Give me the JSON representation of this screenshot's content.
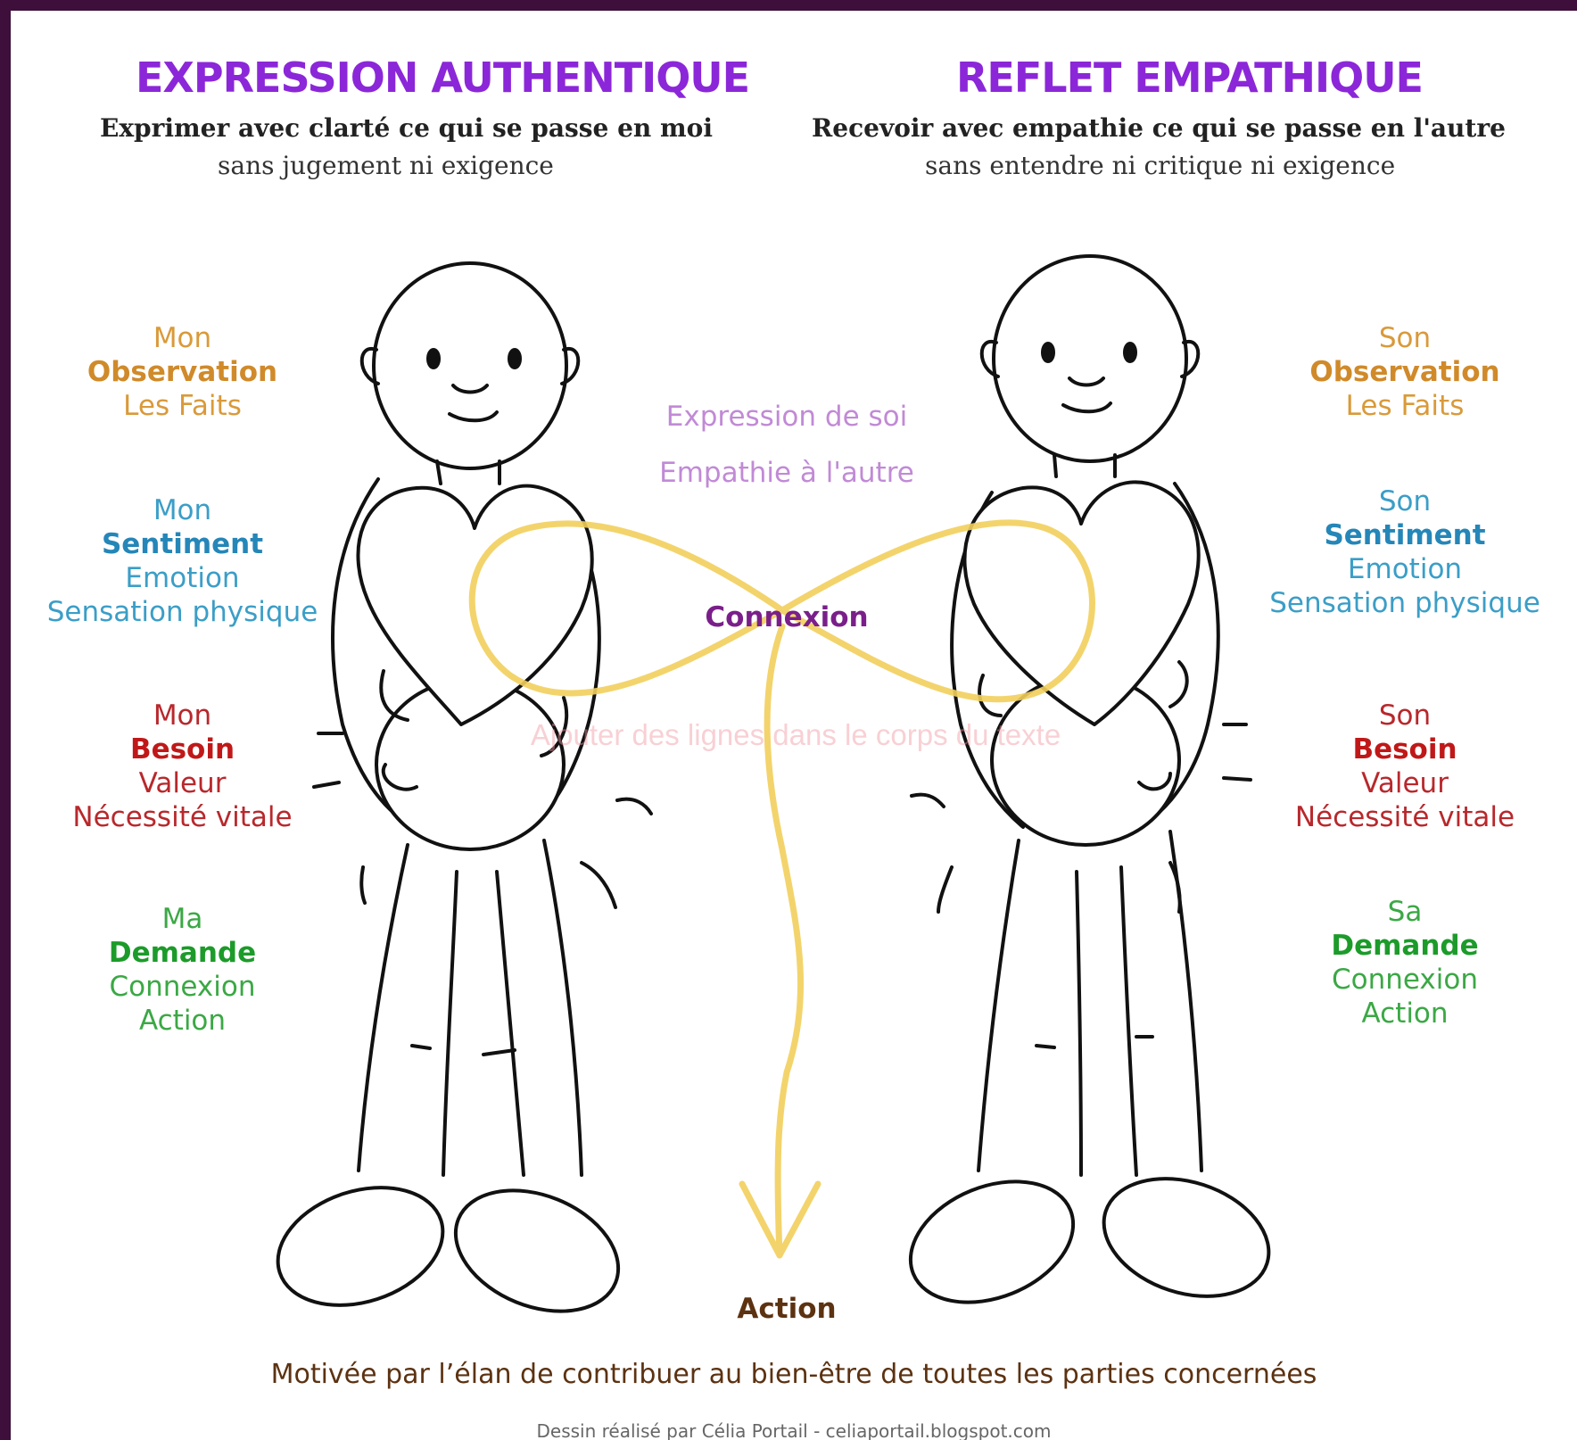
{
  "left": {
    "title": "EXPRESSION AUTHENTIQUE",
    "subtitle_line1": "Exprimer avec clarté ce qui se passe en moi",
    "subtitle_line2": "sans jugement ni exigence",
    "observation": {
      "pronoun": "Mon",
      "heading": "Observation",
      "detail": "Les Faits"
    },
    "sentiment": {
      "pronoun": "Mon",
      "heading": "Sentiment",
      "detail1": "Emotion",
      "detail2": "Sensation physique"
    },
    "besoin": {
      "pronoun": "Mon",
      "heading": "Besoin",
      "detail1": "Valeur",
      "detail2": "Nécessité vitale"
    },
    "demande": {
      "pronoun": "Ma",
      "heading": "Demande",
      "detail1": "Connexion",
      "detail2": "Action"
    }
  },
  "right": {
    "title": "REFLET EMPATHIQUE",
    "subtitle_line1": "Recevoir avec empathie ce qui se passe en l'autre",
    "subtitle_line2": "sans entendre ni critique ni exigence",
    "observation": {
      "pronoun": "Son",
      "heading": "Observation",
      "detail": "Les Faits"
    },
    "sentiment": {
      "pronoun": "Son",
      "heading": "Sentiment",
      "detail1": "Emotion",
      "detail2": "Sensation physique"
    },
    "besoin": {
      "pronoun": "Son",
      "heading": "Besoin",
      "detail1": "Valeur",
      "detail2": "Nécessité vitale"
    },
    "demande": {
      "pronoun": "Sa",
      "heading": "Demande",
      "detail1": "Connexion",
      "detail2": "Action"
    }
  },
  "center": {
    "expression": "Expression de soi",
    "empathie": "Empathie à l'autre",
    "connexion": "Connexion",
    "action": "Action",
    "motivation": "Motivée par l’élan de contribuer au bien-être de toutes les parties concernées"
  },
  "credit": "Dessin réalisé par Célia Portail - celiaportail.blogspot.com",
  "watermark": "Ajouter des lignes dans le corps du texte",
  "colors": {
    "title": "#8b27d8",
    "observation": "#d99a3a",
    "sentiment": "#3b9ec7",
    "besoin": "#b8282c",
    "demande": "#3ba845",
    "connexion": "#7a1f8a",
    "loop": "#f2cf5c",
    "frame": "#3e0f3a"
  }
}
